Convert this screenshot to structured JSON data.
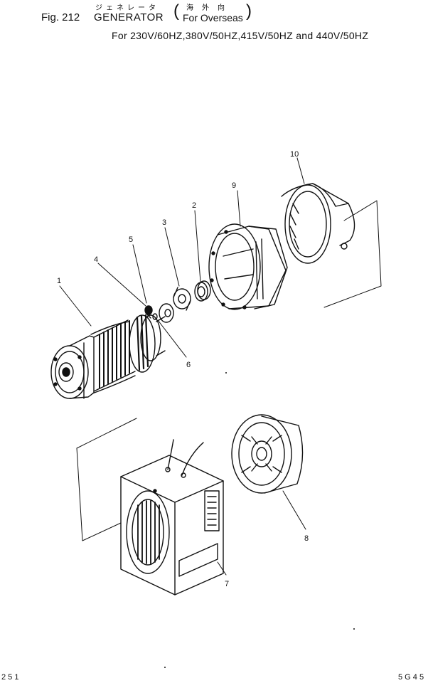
{
  "header": {
    "fig_label": "Fig. 212",
    "title": "GENERATOR",
    "kana_title": "ジェネレータ",
    "kana_sub": "海外向",
    "paren_open": "(",
    "paren_close": ")",
    "sub_title": "For Overseas",
    "frequency_line": "For 230V/60HZ,380V/50HZ,415V/50HZ and 440V/50HZ"
  },
  "callouts": [
    "1",
    "2",
    "3",
    "4",
    "5",
    "6",
    "7",
    "8",
    "9",
    "10"
  ],
  "footer": {
    "left": "2 5 1",
    "right": "5 G 4 5"
  }
}
